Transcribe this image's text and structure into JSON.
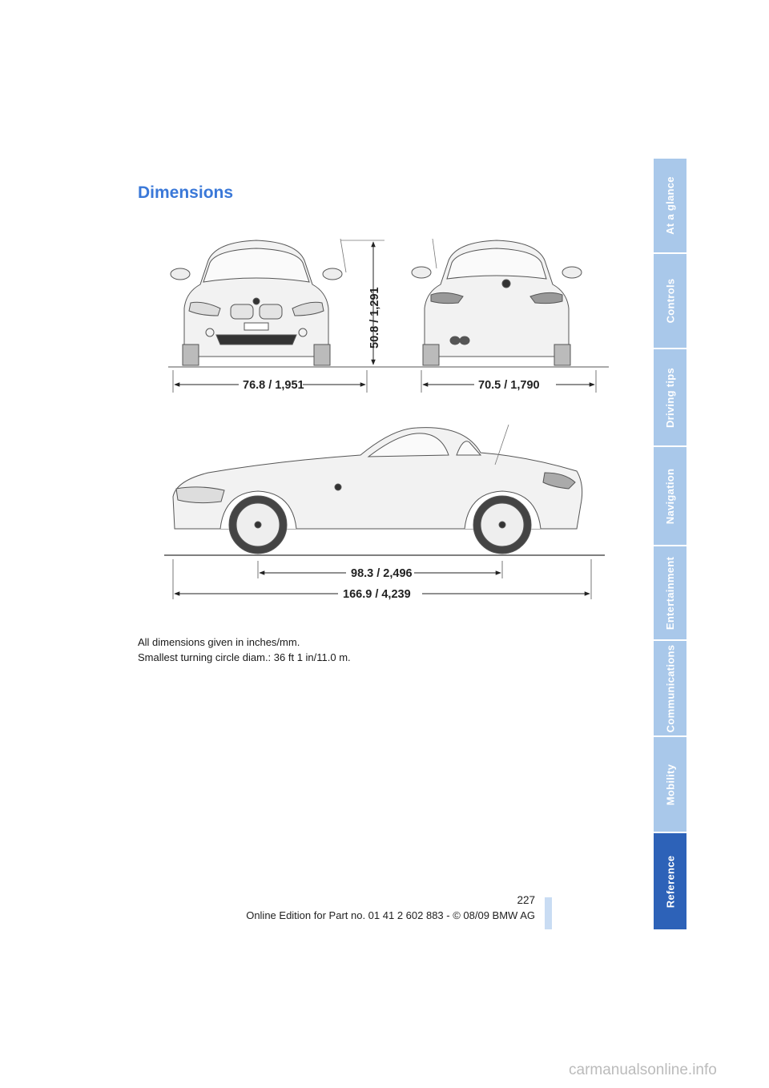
{
  "page": {
    "title": "Dimensions",
    "caption_line1": "All dimensions given in inches/mm.",
    "caption_line2": "Smallest turning circle diam.: 36 ft 1 in/11.0 m.",
    "page_number": "227",
    "footer": "Online Edition for Part no. 01 41 2 602 883 - © 08/09 BMW AG",
    "watermark": "carmanualsonline.info"
  },
  "figure": {
    "width_front": "76.8 / 1,951",
    "height": "50.8 / 1,291",
    "track_rear": "70.5 / 1,790",
    "wheelbase": "98.3 / 2,496",
    "length": "166.9 / 4,239"
  },
  "sidebar": {
    "tabs": [
      {
        "label": "At a glance",
        "active": false
      },
      {
        "label": "Controls",
        "active": false
      },
      {
        "label": "Driving tips",
        "active": false
      },
      {
        "label": "Navigation",
        "active": false
      },
      {
        "label": "Entertainment",
        "active": false
      },
      {
        "label": "Communications",
        "active": false
      },
      {
        "label": "Mobility",
        "active": false
      },
      {
        "label": "Reference",
        "active": true
      }
    ]
  },
  "colors": {
    "title": "#3a78d8",
    "tab_inactive": "#a9c8ea",
    "tab_active": "#2d62b8"
  }
}
